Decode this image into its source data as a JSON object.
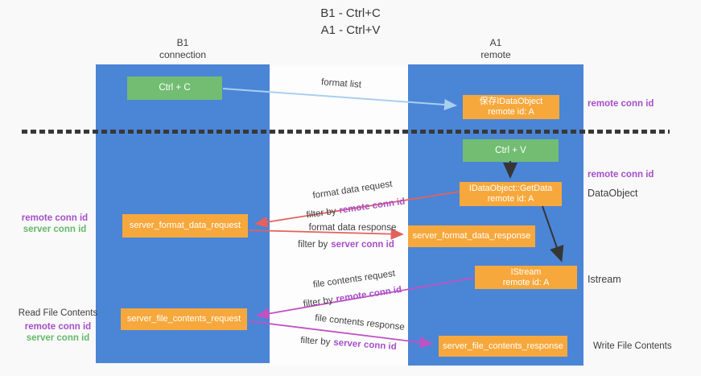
{
  "title": {
    "line1": "B1 - Ctrl+C",
    "line2": "A1 - Ctrl+V"
  },
  "lanes": {
    "left": {
      "header_line1": "B1",
      "header_line2": "connection"
    },
    "right": {
      "header_line1": "A1",
      "header_line2": "remote"
    }
  },
  "nodes": {
    "ctrl_c": "Ctrl + C",
    "ctrl_v": "Ctrl + V",
    "save_idataobject": {
      "line1": "保存IDataObject",
      "line2": "remote id: A"
    },
    "idataobject_getdata": {
      "line1": "IDataObject::GetData",
      "line2": "remote id: A"
    },
    "istream": {
      "line1": "IStream",
      "line2": "remote id: A"
    },
    "server_format_data_request": "server_format_data_request",
    "server_format_data_response": "server_format_data_response",
    "server_file_contents_request": "server_file_contents_request",
    "server_file_contents_response": "server_file_contents_response"
  },
  "arrow_labels": {
    "format_list": "format list",
    "format_data_request": "format data request",
    "format_data_response": "format data response",
    "file_contents_request": "file contents request",
    "file_contents_response": "file contents response",
    "filter_by": "filter by",
    "remote_conn_id": "remote conn id",
    "server_conn_id": "server conn id"
  },
  "side_labels": {
    "remote_conn_id": "remote conn id",
    "server_conn_id": "server conn id",
    "dataobject": "DataObject",
    "istream": "Istream",
    "read_file_contents": "Read File Contents",
    "write_file_contents": "Write File Contents"
  },
  "colors": {
    "lane_blue": "#4b85d6",
    "node_green": "#72bd72",
    "node_orange": "#f7a83c",
    "arrow_red": "#e2625e",
    "arrow_magenta": "#c251c4",
    "arrow_light_blue": "#a9cff0",
    "arrow_black": "#363636",
    "text_purple": "#a64fc8",
    "text_green": "#66b96b"
  }
}
